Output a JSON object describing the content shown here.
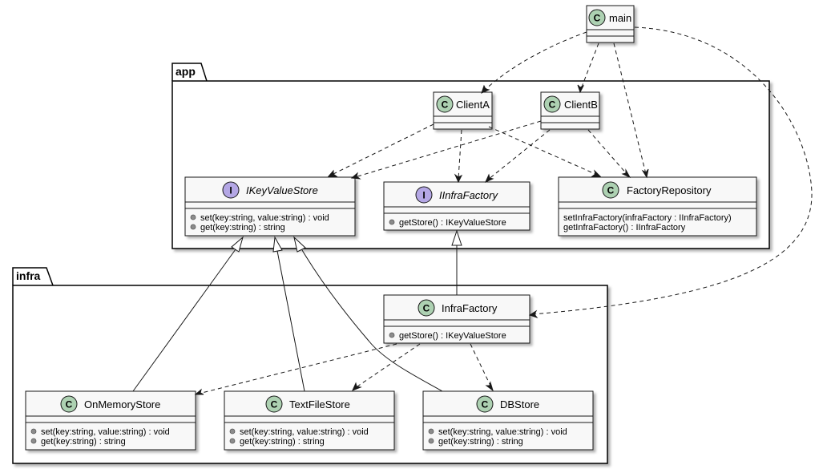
{
  "packages": {
    "app": {
      "label": "app"
    },
    "infra": {
      "label": "infra"
    }
  },
  "classes": {
    "main": {
      "stereotype": "C",
      "name": "main",
      "members": []
    },
    "clienta": {
      "stereotype": "C",
      "name": "ClientA",
      "members": []
    },
    "clientb": {
      "stereotype": "C",
      "name": "ClientB",
      "members": []
    },
    "ikeyvaluestore": {
      "stereotype": "I",
      "name": "IKeyValueStore",
      "members": [
        "set(key:string, value:string) : void",
        "get(key:string) : string"
      ]
    },
    "iinfrafactory": {
      "stereotype": "I",
      "name": "IInfraFactory",
      "members": [
        "getStore() : IKeyValueStore"
      ]
    },
    "factoryrepository": {
      "stereotype": "C",
      "name": "FactoryRepository",
      "members": [
        "setInfraFactory(infraFactory : IInfraFactory)",
        "getInfraFactory() : IInfraFactory"
      ]
    },
    "infrafactory": {
      "stereotype": "C",
      "name": "InfraFactory",
      "members": [
        "getStore() : IKeyValueStore"
      ]
    },
    "onmemorystore": {
      "stereotype": "C",
      "name": "OnMemoryStore",
      "members": [
        "set(key:string, value:string) : void",
        "get(key:string) : string"
      ]
    },
    "textfilestore": {
      "stereotype": "C",
      "name": "TextFileStore",
      "members": [
        "set(key:string, value:string) : void",
        "get(key:string) : string"
      ]
    },
    "dbstore": {
      "stereotype": "C",
      "name": "DBStore",
      "members": [
        "set(key:string, value:string) : void",
        "get(key:string) : string"
      ]
    }
  },
  "colors": {
    "class_fill": "#f8f8f8",
    "class_circle": "#add1b2",
    "interface_circle": "#b4a7e5",
    "line": "#181818"
  }
}
